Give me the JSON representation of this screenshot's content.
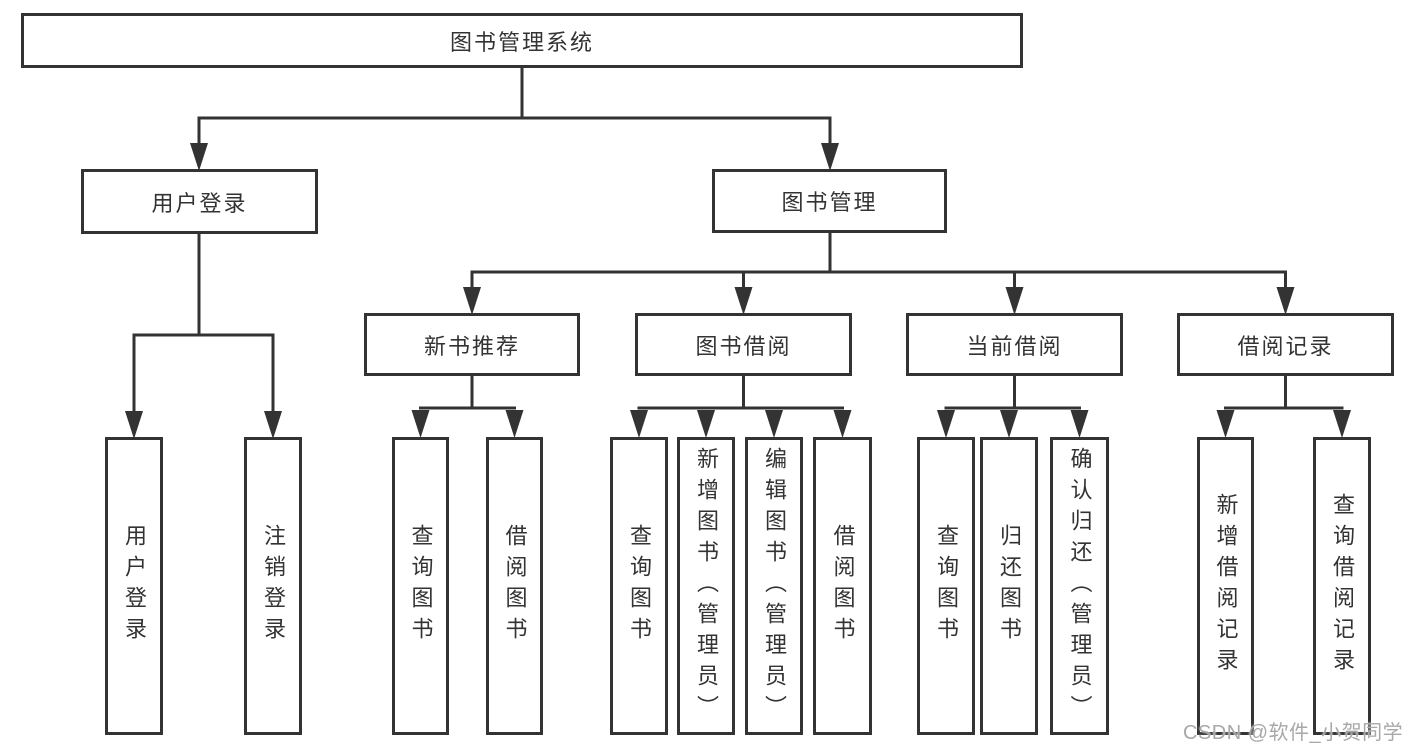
{
  "tree": {
    "label": "图书管理系统",
    "children": [
      {
        "label": "用户登录",
        "children": [
          {
            "label": "用户登录"
          },
          {
            "label": "注销登录"
          }
        ]
      },
      {
        "label": "图书管理",
        "children": [
          {
            "label": "新书推荐",
            "children": [
              {
                "label": "查询图书"
              },
              {
                "label": "借阅图书"
              }
            ]
          },
          {
            "label": "图书借阅",
            "children": [
              {
                "label": "查询图书"
              },
              {
                "label": "新增图书（管理员）"
              },
              {
                "label": "编辑图书（管理员）"
              },
              {
                "label": "借阅图书"
              }
            ]
          },
          {
            "label": "当前借阅",
            "children": [
              {
                "label": "查询图书"
              },
              {
                "label": "归还图书"
              },
              {
                "label": "确认归还（管理员）"
              }
            ]
          },
          {
            "label": "借阅记录",
            "children": [
              {
                "label": "新增借阅记录"
              },
              {
                "label": "查询借阅记录"
              }
            ]
          }
        ]
      }
    ]
  },
  "watermark": {
    "text": "CSDN @软件_小贺同学"
  },
  "colors": {
    "line": "#333333",
    "text": "#333333",
    "box_fill": "#ffffff",
    "background": "#ffffff",
    "watermark": "#a8a8a8"
  }
}
